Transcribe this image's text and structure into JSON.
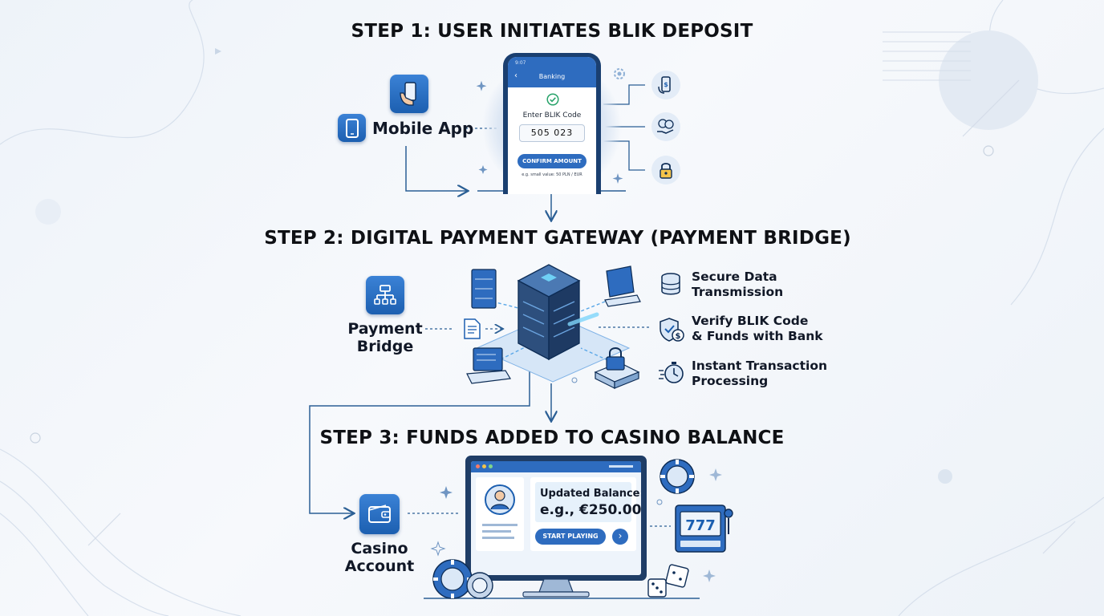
{
  "step1": {
    "title": "STEP 1: USER INITIATES BLIK DEPOSIT",
    "source_label": "Mobile App",
    "phone": {
      "status_time": "9:07",
      "header": "Banking",
      "prompt": "Enter BLIK Code",
      "code": "505 023",
      "button": "CONFIRM AMOUNT",
      "note": "e.g. small value: 50 PLN / EUR"
    },
    "side_icons": [
      "phone-payment-icon",
      "coins-hand-icon",
      "lock-icon"
    ]
  },
  "step2": {
    "title": "STEP 2: DIGITAL PAYMENT GATEWAY (PAYMENT BRIDGE)",
    "source_label_line1": "Payment",
    "source_label_line2": "Bridge",
    "features": [
      {
        "line1": "Secure Data",
        "line2": "Transmission",
        "icon": "database-icon"
      },
      {
        "line1": "Verify BLIK Code",
        "line2": "& Funds with Bank",
        "icon": "shield-coin-icon"
      },
      {
        "line1": "Instant Transaction",
        "line2": "Processing",
        "icon": "stopwatch-icon"
      }
    ]
  },
  "step3": {
    "title": "STEP 3: FUNDS ADDED TO CASINO BALANCE",
    "target_label_line1": "Casino",
    "target_label_line2": "Account",
    "balance_label": "Updated Balance:",
    "balance_value": "e.g., €250.00",
    "play_button": "START PLAYING",
    "slot_reels": "777"
  },
  "colors": {
    "primary": "#1c5fb0",
    "accent": "#3b82d6",
    "line": "#2b5f95",
    "tile": "#e3ecf7"
  }
}
